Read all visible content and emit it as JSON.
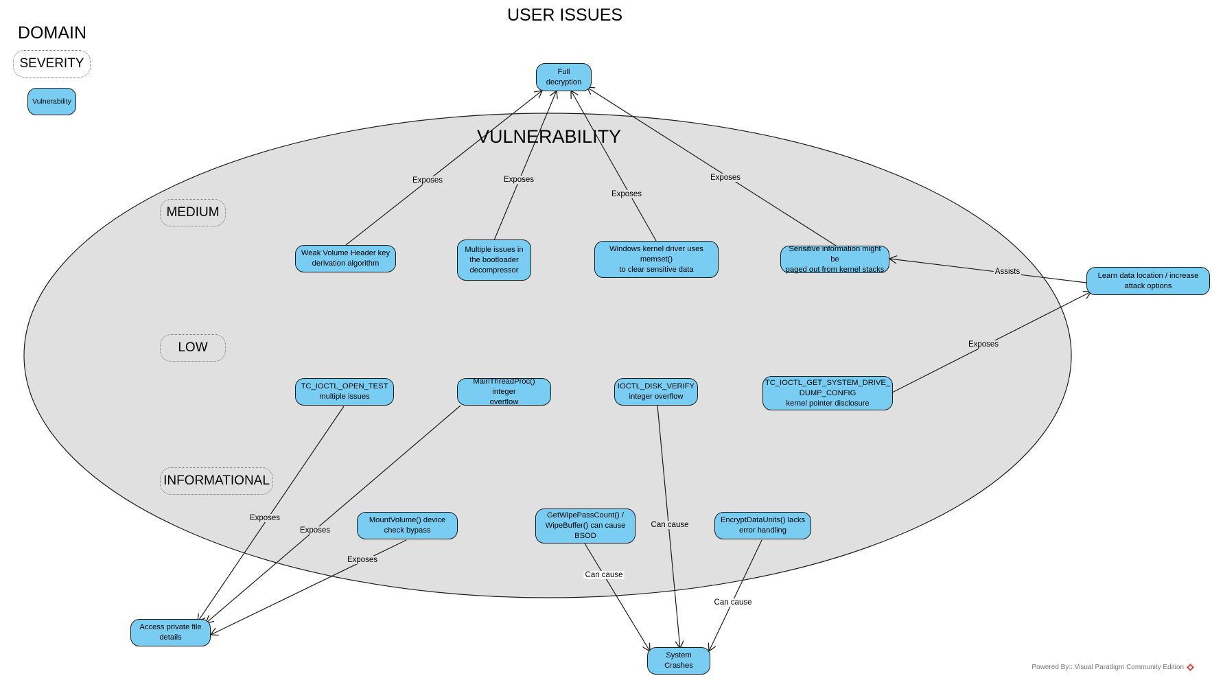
{
  "header": {
    "title": "USER ISSUES"
  },
  "legend": {
    "domain": "DOMAIN",
    "severity": "SEVERITY",
    "vulnerability": "Vulnerability"
  },
  "vulnerability_region": {
    "title": "VULNERABILITY"
  },
  "severity_levels": {
    "medium": "MEDIUM",
    "low": "LOW",
    "informational": "INFORMATIONAL"
  },
  "nodes": {
    "full_decryption": "Full decryption",
    "weak_header": "Weak Volume Header key\nderivation algorithm",
    "bootloader": "Multiple issues in\nthe bootloader\ndecompressor",
    "memset": "Windows kernel driver uses\nmemset()\nto clear sensitive data",
    "paged_out": "Sensitive information might be\npaged out from kernel stacks",
    "learn_data": "Learn data location / increase\nattack options",
    "open_test": "TC_IOCTL_OPEN_TEST\nmultiple issues",
    "mainthread": "MainThreadProc() integer\noverflow",
    "disk_verify": "IOCTL_DISK_VERIFY\ninteger overflow",
    "dump_config": "TC_IOCTL_GET_SYSTEM_DRIVE_\nDUMP_CONFIG\nkernel pointer disclosure",
    "mount_volume": "MountVolume() device\ncheck bypass",
    "wipe_pass": "GetWipePassCount() /\nWipeBuffer() can cause\nBSOD",
    "encrypt_units": "EncryptDataUnits() lacks\nerror handling",
    "access_private": "Access private file\ndetails",
    "system_crashes": "System Crashes"
  },
  "edge_labels": {
    "exposes": "Exposes",
    "assists": "Assists",
    "can_cause": "Can cause"
  },
  "footer": {
    "text": "Powered By:: Visual Paradigm Community Edition"
  },
  "colors": {
    "node_fill": "#79cdf2",
    "region_fill": "#e0e0e0",
    "stroke": "#1c1c1c"
  }
}
